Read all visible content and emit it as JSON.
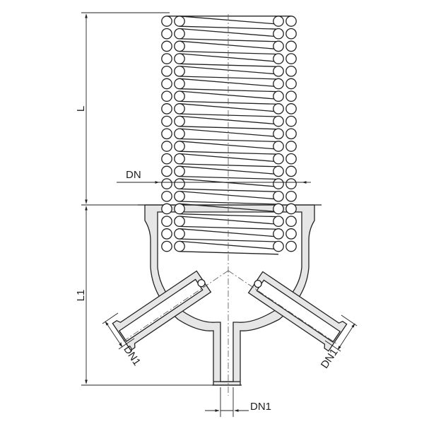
{
  "dimensions": {
    "coil_length": "L",
    "body_length": "L1",
    "coil_nominal_diameter": "DN",
    "left_nozzle_diameter": "DN1",
    "right_nozzle_diameter": "DN1",
    "bottom_nozzle_diameter": "DN1"
  },
  "colors": {
    "line": "#222222",
    "fill": "#ffffff",
    "body_shade": "#e6e6e6",
    "centerline": "#555555"
  },
  "coil": {
    "turn_count": 19
  }
}
